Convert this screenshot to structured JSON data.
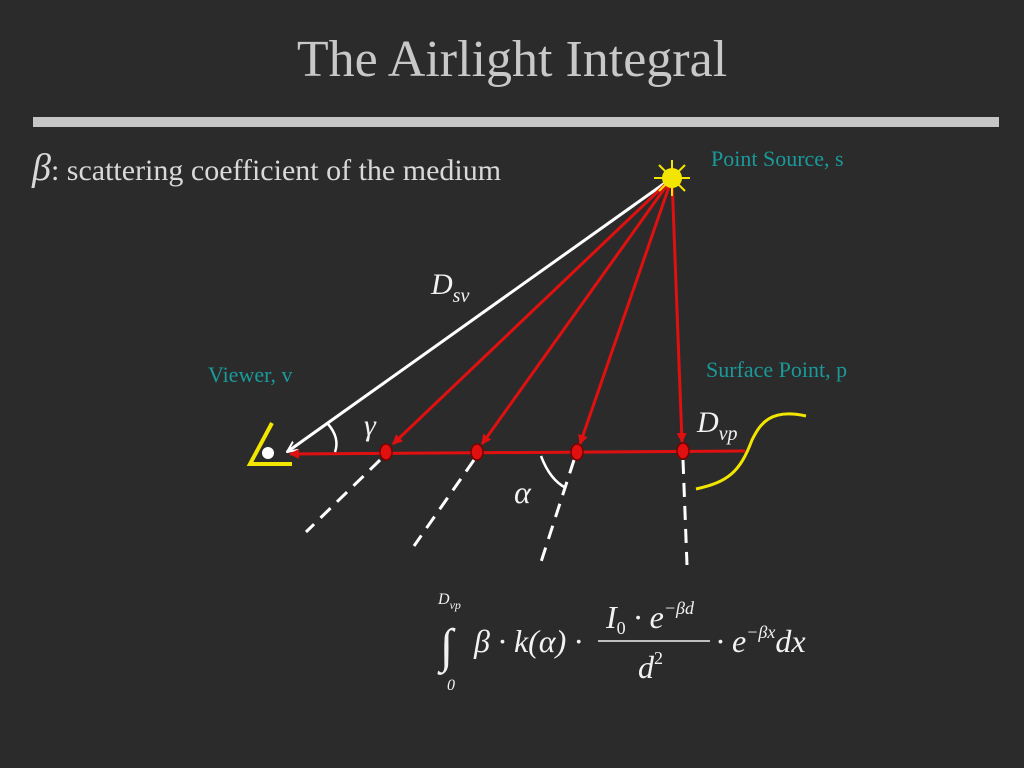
{
  "title": "The Airlight Integral",
  "definition": {
    "symbol": "β",
    "text": ": scattering coefficient of the medium"
  },
  "labels": {
    "source": "Point Source, s",
    "viewer": "Viewer, v",
    "surface": "Surface Point, p"
  },
  "symbols": {
    "dsv_main": "D",
    "dsv_sub": "sv",
    "dvp_main": "D",
    "dvp_sub": "vp",
    "gamma": "γ",
    "alpha": "α"
  },
  "equation": {
    "upper_limit_main": "D",
    "upper_limit_sub": "vp",
    "lower_limit": "0",
    "integral_sign": "∫",
    "prefix": "β · k(α) ·",
    "numerator_main": "I",
    "numerator_sub": "0",
    "numerator_rest": " · e",
    "numerator_exp": "−βd",
    "denominator": "d",
    "denominator_exp": "2",
    "suffix_main": "· e",
    "suffix_exp": "−βx",
    "differential": "dx"
  },
  "colors": {
    "background": "#2b2b2b",
    "rays": "#e01010",
    "label": "#1a9a9a",
    "sun": "#f2e600",
    "white": "#ffffff"
  }
}
